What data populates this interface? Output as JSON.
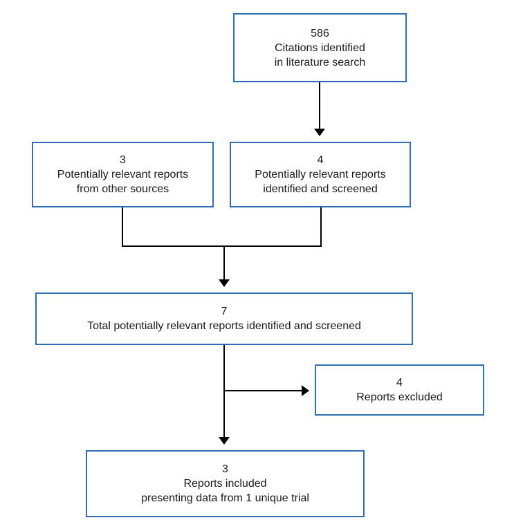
{
  "citations": {
    "count": "586",
    "line1": "Citations identified",
    "line2": "in literature search"
  },
  "other_sources": {
    "count": "3",
    "line1": "Potentially relevant reports",
    "line2": "from other sources"
  },
  "screened": {
    "count": "4",
    "line1": "Potentially relevant reports",
    "line2": "identified and screened"
  },
  "total": {
    "count": "7",
    "line1": "Total potentially relevant reports identified and screened"
  },
  "excluded": {
    "count": "4",
    "line1": "Reports excluded"
  },
  "included": {
    "count": "3",
    "line1": "Reports included",
    "line2": "presenting data from 1 unique trial"
  },
  "colors": {
    "box_border": "#2f6db5",
    "arrow": "#000000"
  }
}
